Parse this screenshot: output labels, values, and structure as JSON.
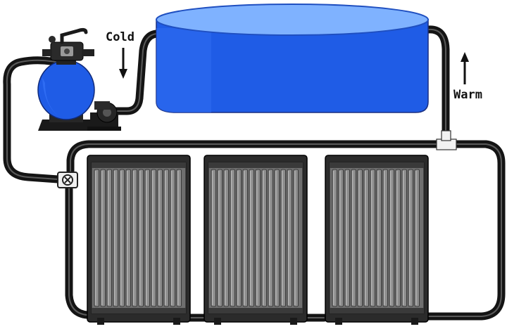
{
  "labels": {
    "cold": "Cold",
    "warm": "Warm"
  },
  "colors": {
    "pool_body": "#1f5ce6",
    "pool_top": "#7fb2ff",
    "filter_body": "#1f5ce6",
    "hose": "#141414",
    "panel_frame": "#2b2b2b",
    "panel_fill": "#7a7a7a"
  },
  "components": {
    "panel_count": 3,
    "icons": [
      "pool-icon",
      "sand-filter-icon",
      "pump-icon",
      "valve-icon",
      "tee-connector-icon",
      "solar-panel-icon"
    ]
  }
}
